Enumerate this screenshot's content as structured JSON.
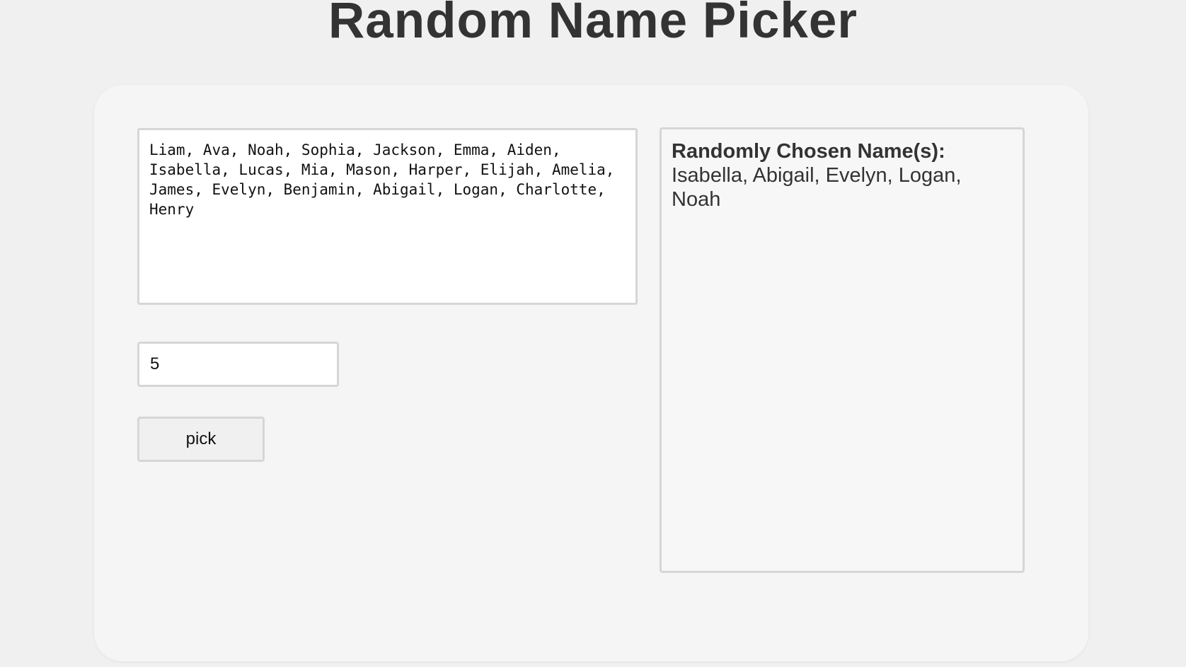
{
  "header": {
    "title": "Random Name Picker"
  },
  "form": {
    "names_value": "Liam, Ava, Noah, Sophia, Jackson, Emma, Aiden, Isabella, Lucas, Mia, Mason, Harper, Elijah, Amelia, James, Evelyn, Benjamin, Abigail, Logan, Charlotte, Henry",
    "count_value": "5",
    "pick_label": "pick"
  },
  "result": {
    "heading": "Randomly Chosen Name(s):",
    "names": "Isabella, Abigail, Evelyn, Logan, Noah"
  },
  "colors": {
    "page_background": "#f0f0f0",
    "card_background": "#f5f5f5",
    "border": "#d6d6d6",
    "text": "#333333"
  }
}
